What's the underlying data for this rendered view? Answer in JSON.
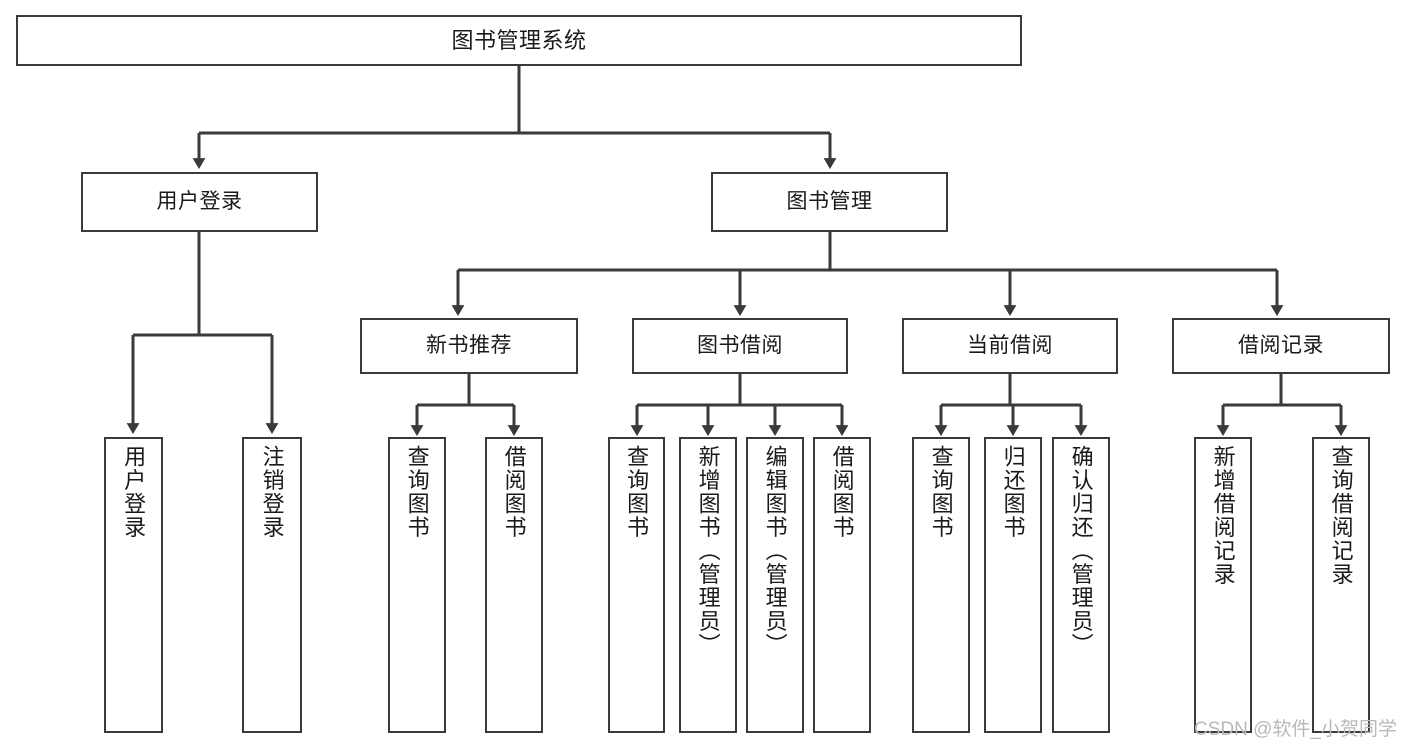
{
  "diagram": {
    "title": "图书管理系统",
    "watermark": "CSDN @软件_小贺同学",
    "line_color": "#3a3a3a",
    "box_fill": "#ffffff",
    "text_color": "#1a1a1a",
    "watermark_color": "#b9b9b9",
    "type": "tree",
    "levels": {
      "root": "图书管理系统",
      "level1": [
        "用户登录",
        "图书管理"
      ],
      "level2": [
        "新书推荐",
        "图书借阅",
        "当前借阅",
        "借阅记录"
      ]
    },
    "nodes": {
      "root": {
        "label": "图书管理系统"
      },
      "user_login": {
        "label": "用户登录"
      },
      "book_manage": {
        "label": "图书管理"
      },
      "new_book_rec": {
        "label": "新书推荐"
      },
      "book_borrow": {
        "label": "图书借阅"
      },
      "current_borrow": {
        "label": "当前借阅"
      },
      "borrow_record": {
        "label": "借阅记录"
      },
      "leaf_user_login": {
        "label": "用户登录"
      },
      "leaf_logout": {
        "label": "注销登录"
      },
      "leaf_query_book_1": {
        "label": "查询图书"
      },
      "leaf_borrow_book_1": {
        "label": "借阅图书"
      },
      "leaf_query_book_2": {
        "label": "查询图书"
      },
      "leaf_add_book_admin": {
        "label": "新增图书（管理员）"
      },
      "leaf_edit_book_admin": {
        "label": "编辑图书（管理员）"
      },
      "leaf_borrow_book_2": {
        "label": "借阅图书"
      },
      "leaf_query_book_3": {
        "label": "查询图书"
      },
      "leaf_return_book": {
        "label": "归还图书"
      },
      "leaf_confirm_return_admin": {
        "label": "确认归还（管理员）"
      },
      "leaf_add_record": {
        "label": "新增借阅记录"
      },
      "leaf_query_record": {
        "label": "查询借阅记录"
      }
    },
    "edges": [
      {
        "from": "root",
        "to": "user_login"
      },
      {
        "from": "root",
        "to": "book_manage"
      },
      {
        "from": "user_login",
        "to": "leaf_user_login"
      },
      {
        "from": "user_login",
        "to": "leaf_logout"
      },
      {
        "from": "book_manage",
        "to": "new_book_rec"
      },
      {
        "from": "book_manage",
        "to": "book_borrow"
      },
      {
        "from": "book_manage",
        "to": "current_borrow"
      },
      {
        "from": "book_manage",
        "to": "borrow_record"
      },
      {
        "from": "new_book_rec",
        "to": "leaf_query_book_1"
      },
      {
        "from": "new_book_rec",
        "to": "leaf_borrow_book_1"
      },
      {
        "from": "book_borrow",
        "to": "leaf_query_book_2"
      },
      {
        "from": "book_borrow",
        "to": "leaf_add_book_admin"
      },
      {
        "from": "book_borrow",
        "to": "leaf_edit_book_admin"
      },
      {
        "from": "book_borrow",
        "to": "leaf_borrow_book_2"
      },
      {
        "from": "current_borrow",
        "to": "leaf_query_book_3"
      },
      {
        "from": "current_borrow",
        "to": "leaf_return_book"
      },
      {
        "from": "current_borrow",
        "to": "leaf_confirm_return_admin"
      },
      {
        "from": "borrow_record",
        "to": "leaf_add_record"
      },
      {
        "from": "borrow_record",
        "to": "leaf_query_record"
      }
    ]
  }
}
